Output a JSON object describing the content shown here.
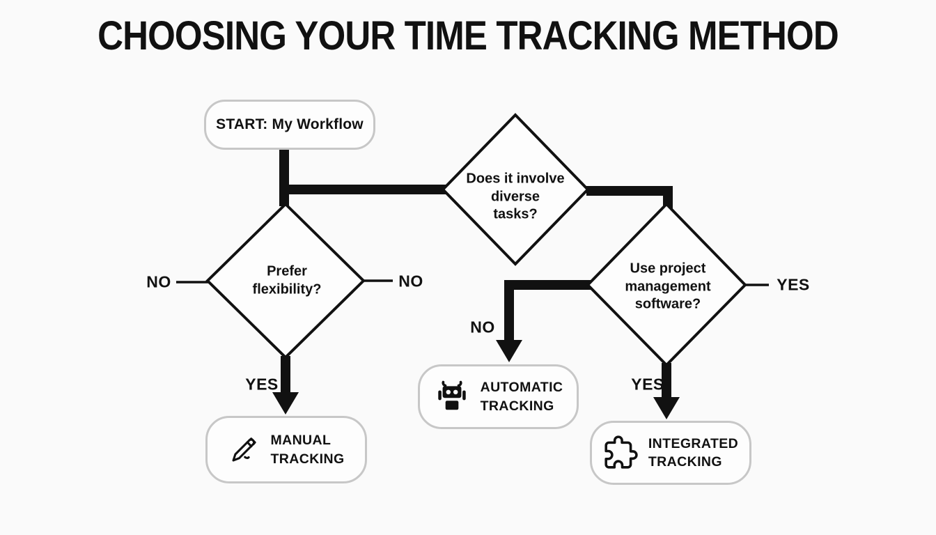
{
  "title": "CHOOSING YOUR TIME TRACKING METHOD",
  "colors": {
    "background": "#fafafa",
    "line": "#111111",
    "box_border": "#c7c7c7",
    "box_fill": "#fdfdfd",
    "text": "#111111"
  },
  "nodes": {
    "start": {
      "label": "START: My Workflow"
    },
    "diverse_tasks": {
      "lines": [
        "Does it involve",
        "diverse",
        "tasks?"
      ]
    },
    "prefer_flexibility": {
      "lines": [
        "Prefer",
        "flexibility?"
      ]
    },
    "project_software": {
      "lines": [
        "Use project",
        "management",
        "software?"
      ]
    },
    "manual": {
      "icon": "pencil-icon",
      "lines": [
        "MANUAL",
        "TRACKING"
      ]
    },
    "automatic": {
      "icon": "robot-icon",
      "lines": [
        "AUTOMATIC",
        "TRACKING"
      ]
    },
    "integrated": {
      "icon": "puzzle-icon",
      "lines": [
        "INTEGRATED",
        "TRACKING"
      ]
    }
  },
  "edge_labels": {
    "flexibility_no_left": "NO",
    "flexibility_no_right": "NO",
    "flexibility_yes": "YES",
    "software_no": "NO",
    "software_yes_down": "YES",
    "software_yes_right": "YES"
  }
}
